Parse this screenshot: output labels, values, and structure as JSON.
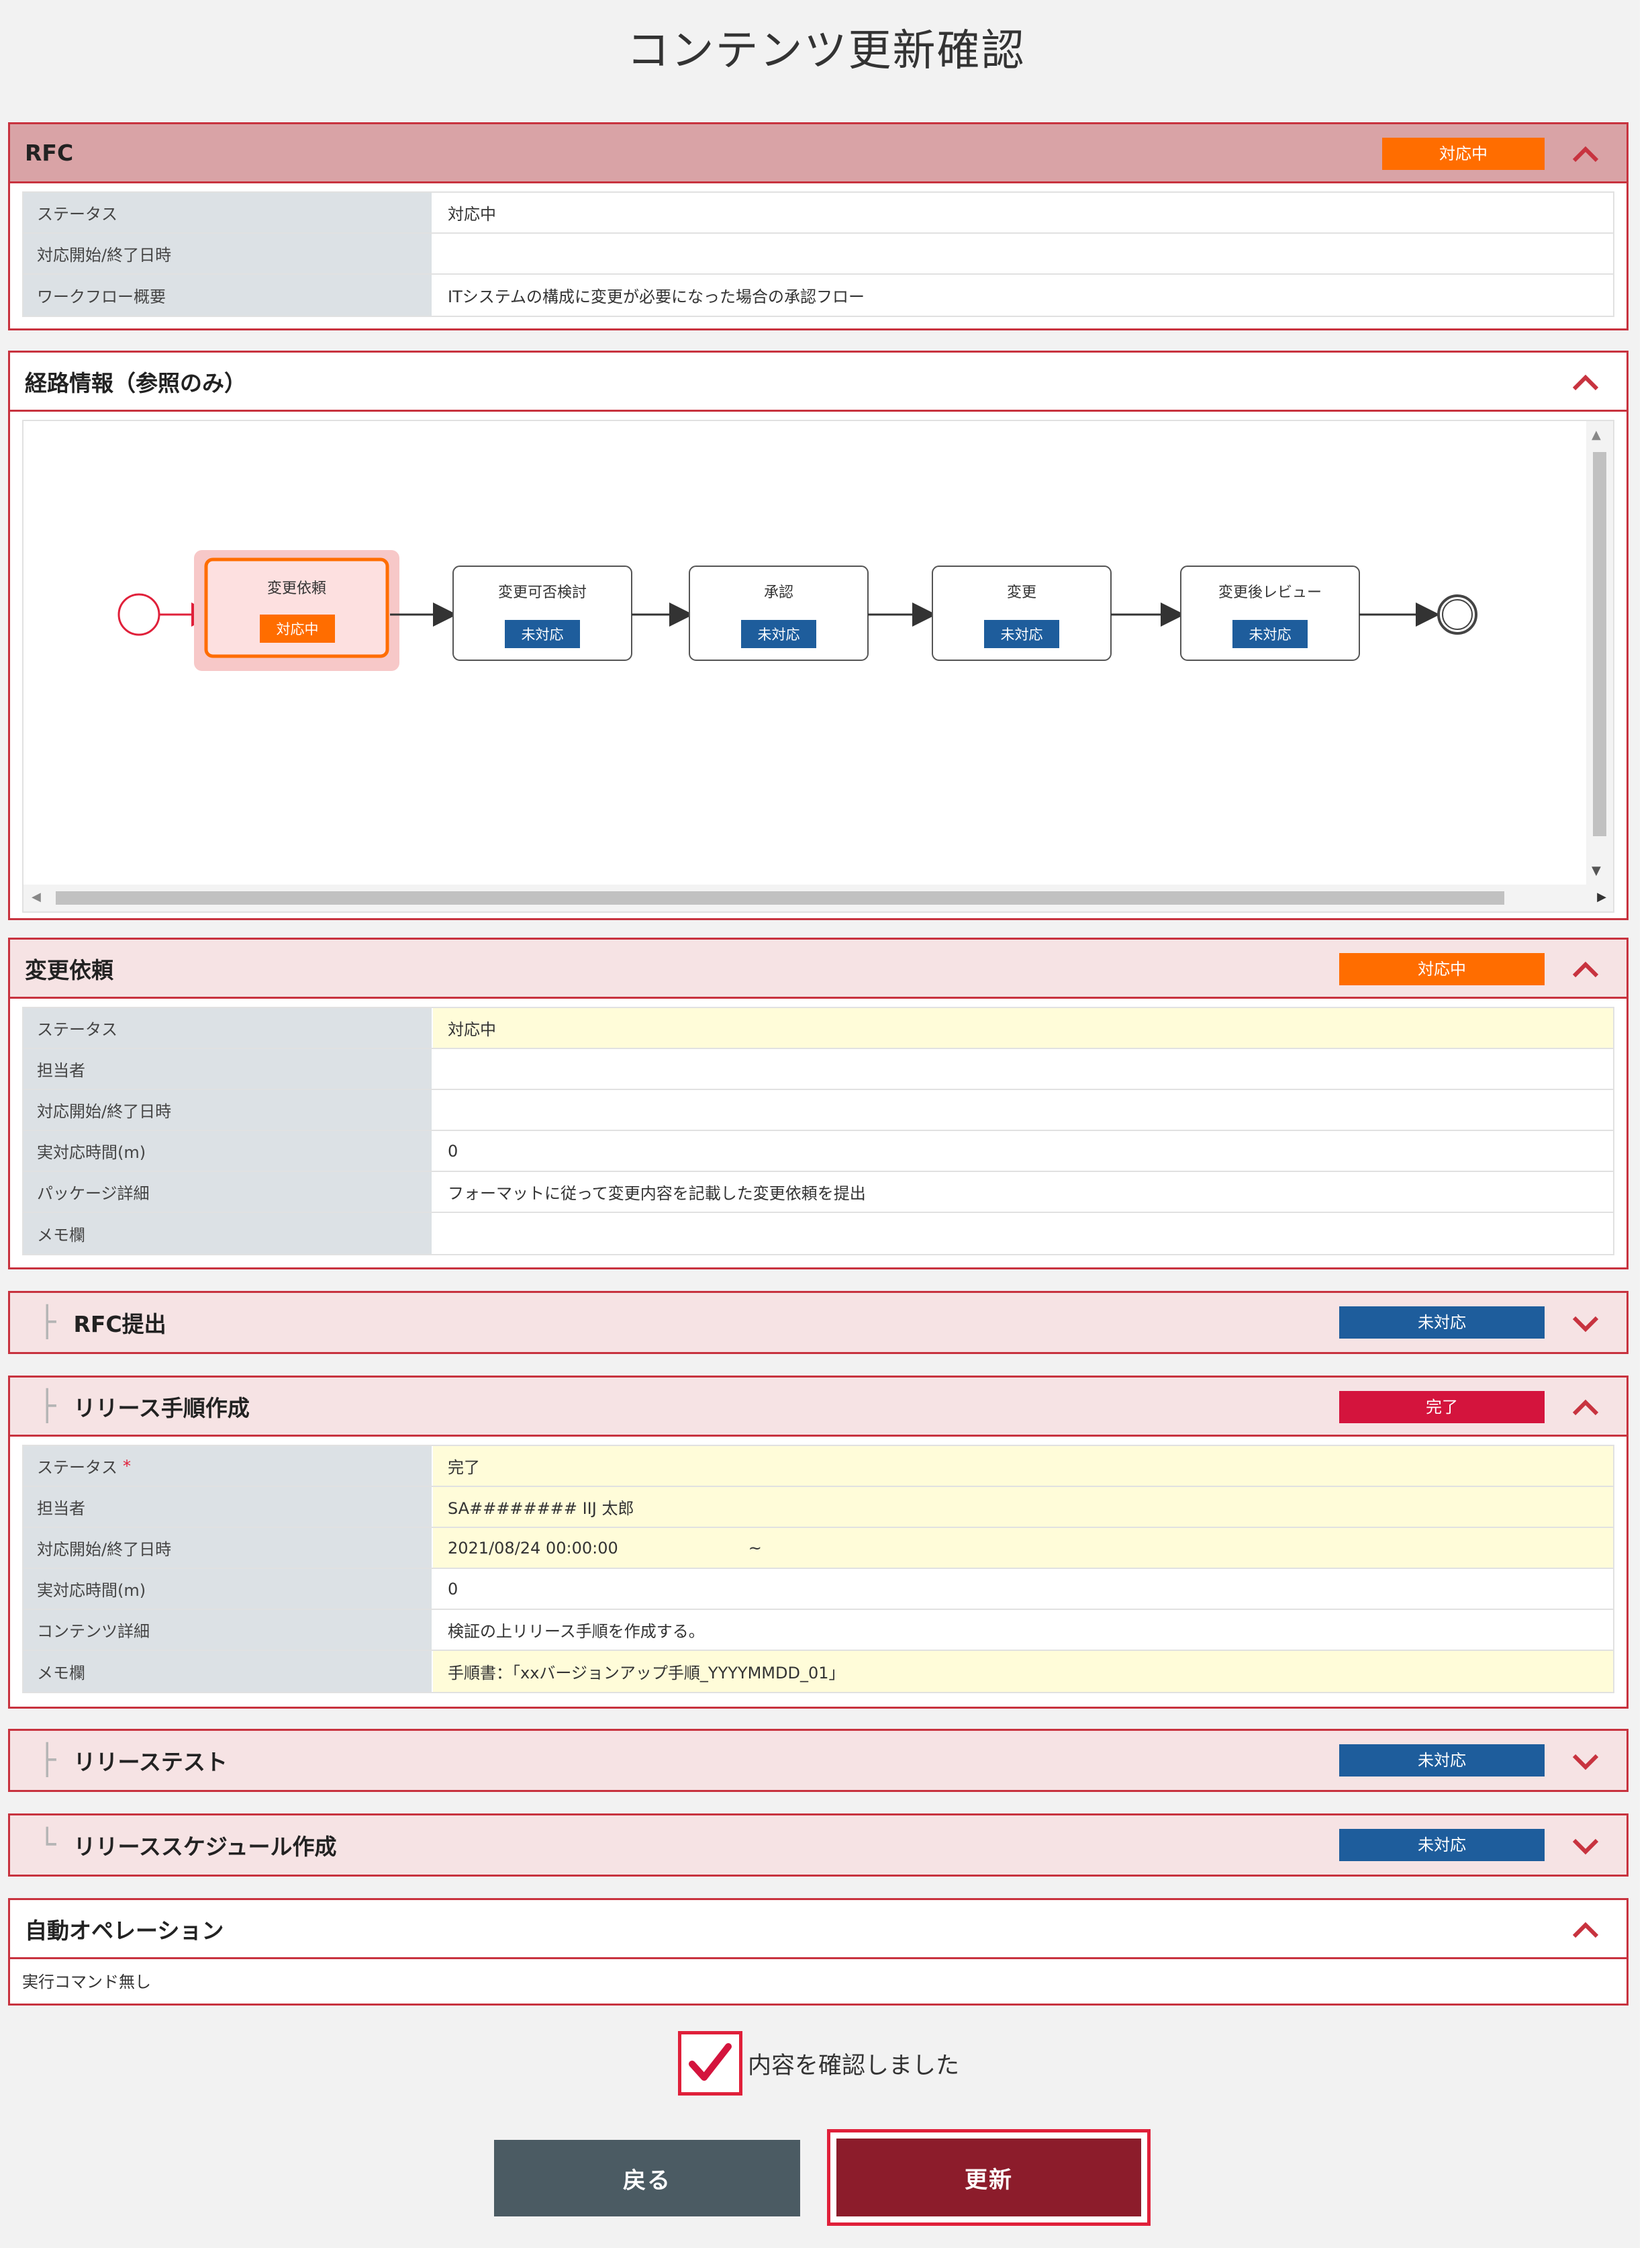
{
  "page": {
    "title": "コンテンツ更新確認"
  },
  "rfc": {
    "title": "RFC",
    "badge": "対応中",
    "rows": [
      {
        "label": "ステータス",
        "value": "対応中"
      },
      {
        "label": "対応開始/終了日時",
        "value": ""
      },
      {
        "label": "ワークフロー概要",
        "value": "ITシステムの構成に変更が必要になった場合の承認フロー"
      }
    ]
  },
  "route": {
    "title": "経路情報（参照のみ）",
    "nodes": [
      {
        "name": "変更依頼",
        "status": "対応中"
      },
      {
        "name": "変更可否検討",
        "status": "未対応"
      },
      {
        "name": "承認",
        "status": "未対応"
      },
      {
        "name": "変更",
        "status": "未対応"
      },
      {
        "name": "変更後レビュー",
        "status": "未対応"
      }
    ]
  },
  "change_request": {
    "title": "変更依頼",
    "badge": "対応中",
    "rows": [
      {
        "label": "ステータス",
        "value": "対応中"
      },
      {
        "label": "担当者",
        "value": ""
      },
      {
        "label": "対応開始/終了日時",
        "value": ""
      },
      {
        "label": "実対応時間(m)",
        "value": "0"
      },
      {
        "label": "パッケージ詳細",
        "value": "フォーマットに従って変更内容を記載した変更依頼を提出"
      },
      {
        "label": "メモ欄",
        "value": ""
      }
    ]
  },
  "rfc_submit": {
    "title": "RFC提出",
    "badge": "未対応"
  },
  "release_proc": {
    "title": "リリース手順作成",
    "badge": "完了",
    "rows": [
      {
        "label": "ステータス",
        "required": "*",
        "value": "完了"
      },
      {
        "label": "担当者",
        "value": "SA########  IIJ 太郎"
      },
      {
        "label": "対応開始/終了日時",
        "value": "2021/08/24 00:00:00",
        "value2": "~"
      },
      {
        "label": "実対応時間(m)",
        "value": "0"
      },
      {
        "label": "コンテンツ詳細",
        "value": "検証の上リリース手順を作成する。"
      },
      {
        "label": "メモ欄",
        "value": "手順書：「xxバージョンアップ手順_YYYYMMDD_01」"
      }
    ]
  },
  "release_test": {
    "title": "リリーステスト",
    "badge": "未対応"
  },
  "release_schedule": {
    "title": "リリーススケジュール作成",
    "badge": "未対応"
  },
  "auto_op": {
    "title": "自動オペレーション",
    "text": "実行コマンド無し"
  },
  "confirm": {
    "label": "内容を確認しました",
    "checked": true
  },
  "buttons": {
    "back": "戻る",
    "update": "更新"
  },
  "colors": {
    "accent": "#c8333f",
    "in_progress": "#ff6d00",
    "not_started": "#1e5d9c",
    "done": "#d4143d",
    "update_button": "#8c1c2b",
    "back_button": "#4b5b63"
  },
  "icons": {
    "collapse": "chevron-up-icon",
    "expand": "chevron-down-icon",
    "check": "check-icon"
  }
}
